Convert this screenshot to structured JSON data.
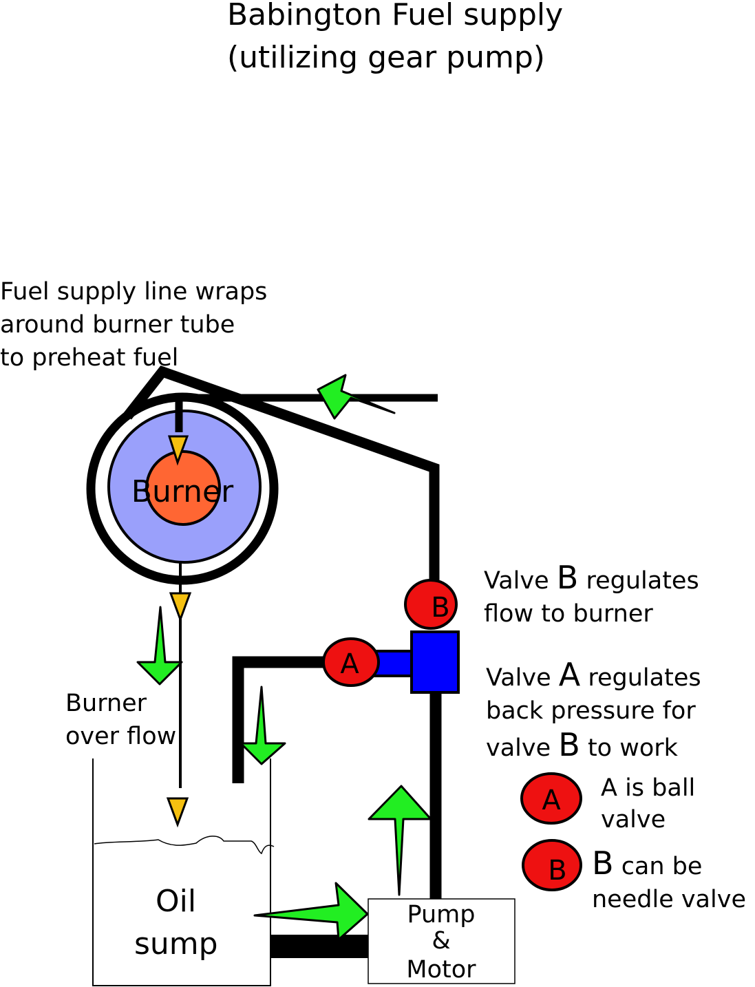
{
  "title": {
    "line1": "Babington Fuel supply",
    "line2": "(utilizing gear pump)"
  },
  "preheat_note": {
    "line1": "Fuel supply line wraps",
    "line2": "around burner tube",
    "line3": "to preheat fuel"
  },
  "burner": {
    "label": "Burner"
  },
  "overflow": {
    "line1": "Burner",
    "line2": "over flow"
  },
  "sump": {
    "line1": "Oil",
    "line2": "sump"
  },
  "pump": {
    "line1": "Pump",
    "line2": "&",
    "line3": "Motor"
  },
  "valves": {
    "a_letter": "A",
    "b_letter": "B"
  },
  "note_b": {
    "pre": "Valve ",
    "letter": "B",
    "post": " regulates",
    "line2": "flow to burner"
  },
  "note_a": {
    "pre": "Valve ",
    "letter": "A",
    "post": " regulates",
    "line2": "back pressure for",
    "line3_pre": "valve ",
    "line3_letter": "B",
    "line3_post": " to work"
  },
  "legend": {
    "a_letter": "A",
    "a_line1": "A is ball",
    "a_line2": "valve",
    "b_letter": "B",
    "b_line1_letter": "B",
    "b_line1_post": " can be",
    "b_line2": "needle valve"
  },
  "colors": {
    "pipe": "#000000",
    "flow_arrow": "#22ee22",
    "drip_arrow": "#f5c010",
    "burner_outer": "#9aa0fb",
    "burner_inner": "#ff6633",
    "valve": "#ee1111",
    "tee_block": "#0000ff"
  }
}
